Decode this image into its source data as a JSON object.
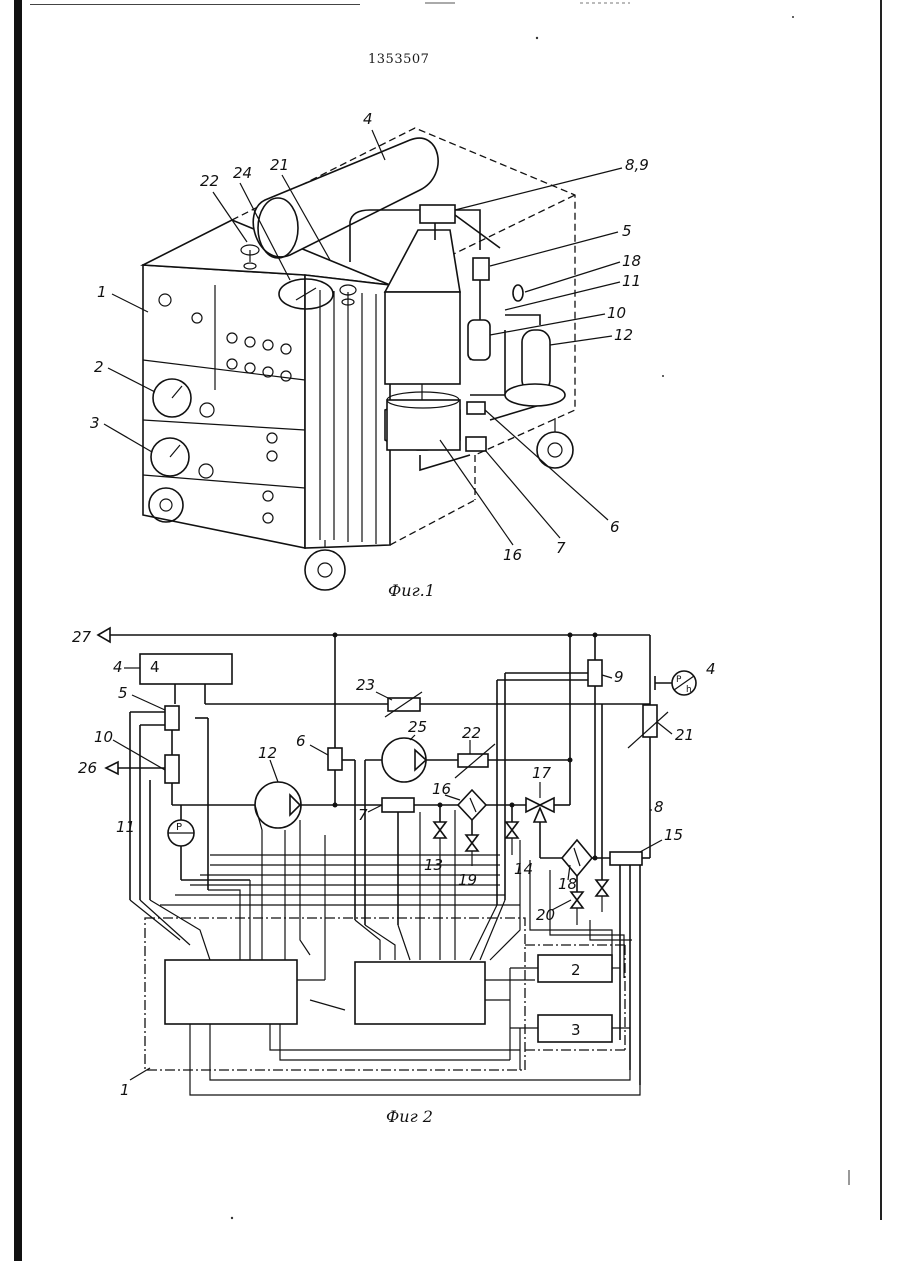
{
  "document": {
    "number": "1353507"
  },
  "figure1": {
    "caption": "Фиг.1",
    "labels": [
      "4",
      "21",
      "24",
      "22",
      "8,9",
      "5",
      "18",
      "11",
      "10",
      "12",
      "1",
      "2",
      "3",
      "16",
      "7",
      "6"
    ]
  },
  "figure2": {
    "caption": "Фиг 2",
    "labels": [
      "27",
      "4",
      "5",
      "10",
      "26",
      "11",
      "12",
      "6",
      "23",
      "25",
      "22",
      "7",
      "16",
      "13",
      "19",
      "14",
      "17",
      "9",
      "4",
      "21",
      "8",
      "15",
      "18",
      "20",
      "2",
      "3",
      "1"
    ],
    "block_labels": {
      "block2": "2",
      "block3": "3",
      "block4": "4"
    },
    "symbols": {
      "pressure_gauge": "P",
      "pressure_switch": "P",
      "pressure_switch_sub": "h"
    }
  }
}
